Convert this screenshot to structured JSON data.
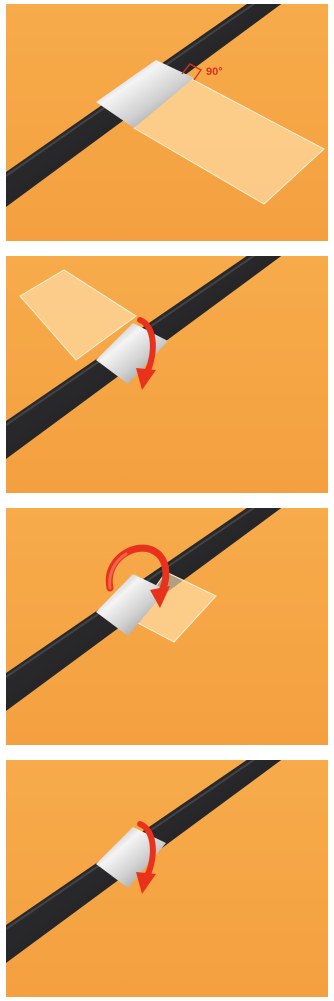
{
  "colors": {
    "background": "#f5a443",
    "background_light": "#f8b55a",
    "cable": "#2f2f31",
    "cable_highlight": "#5a5a5e",
    "tape_light": "#f2f2f2",
    "tape_mid": "#c8c8c8",
    "tape_dark": "#8c8c8c",
    "film": "#ffdca6",
    "arrow": "#e8321c",
    "annotation": "#d8321c"
  },
  "steps": [
    {
      "step": 1,
      "icon": "right-angle-icon",
      "annotation": "90°"
    },
    {
      "step": 2,
      "icon": "wrap-arrow-icon",
      "annotation": ""
    },
    {
      "step": 3,
      "icon": "wrap-arrow-icon",
      "annotation": ""
    },
    {
      "step": 4,
      "icon": "wrap-arrow-icon",
      "annotation": ""
    }
  ]
}
